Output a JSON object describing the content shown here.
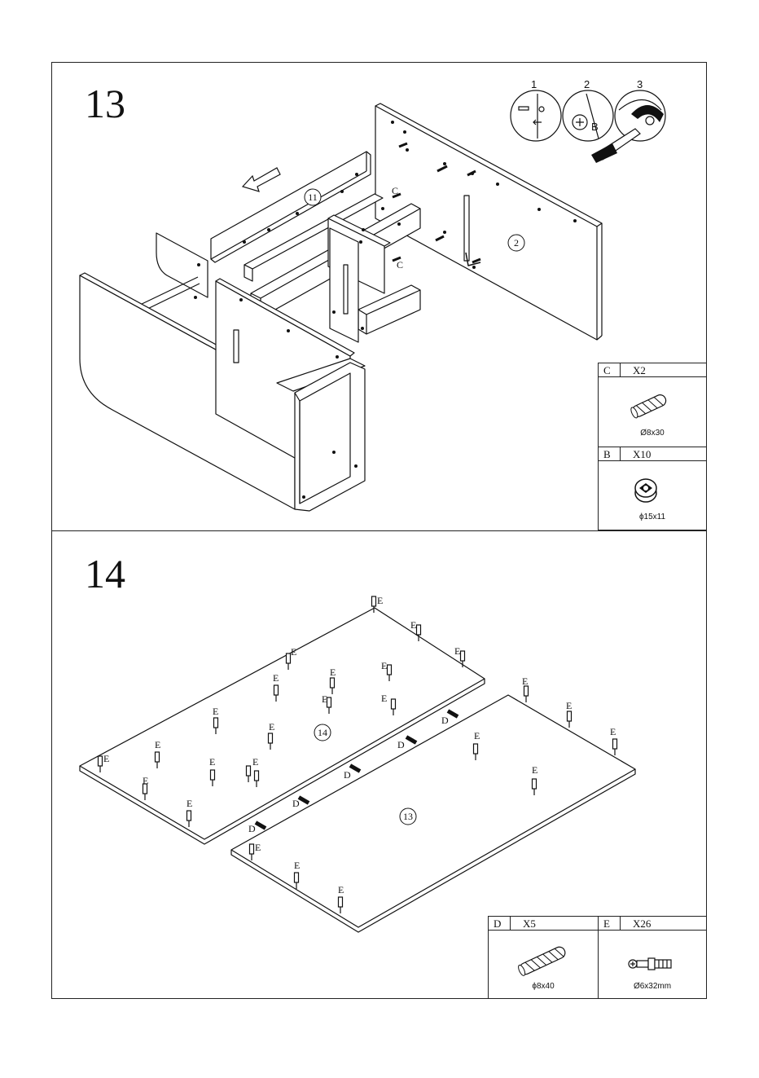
{
  "steps": [
    {
      "number": "13",
      "panels": [
        "11",
        "2"
      ],
      "callouts": [
        "C",
        "C"
      ],
      "detail_steps": [
        "1",
        "2",
        "3"
      ],
      "detail_label": "B",
      "parts": [
        {
          "code": "C",
          "qty": "X2",
          "spec": "Ø8x30",
          "icon": "wooden-dowel-icon"
        },
        {
          "code": "B",
          "qty": "X10",
          "spec": "ϕ15x11",
          "icon": "cam-lock-icon"
        }
      ]
    },
    {
      "number": "14",
      "panels": [
        "14",
        "13"
      ],
      "callout_e": "E",
      "callout_d": "D",
      "parts": [
        {
          "code": "D",
          "qty": "X5",
          "spec": "ϕ8x40",
          "icon": "wooden-dowel-icon"
        },
        {
          "code": "E",
          "qty": "X26",
          "spec": "Ø6x32mm",
          "icon": "cam-bolt-icon"
        }
      ]
    }
  ]
}
